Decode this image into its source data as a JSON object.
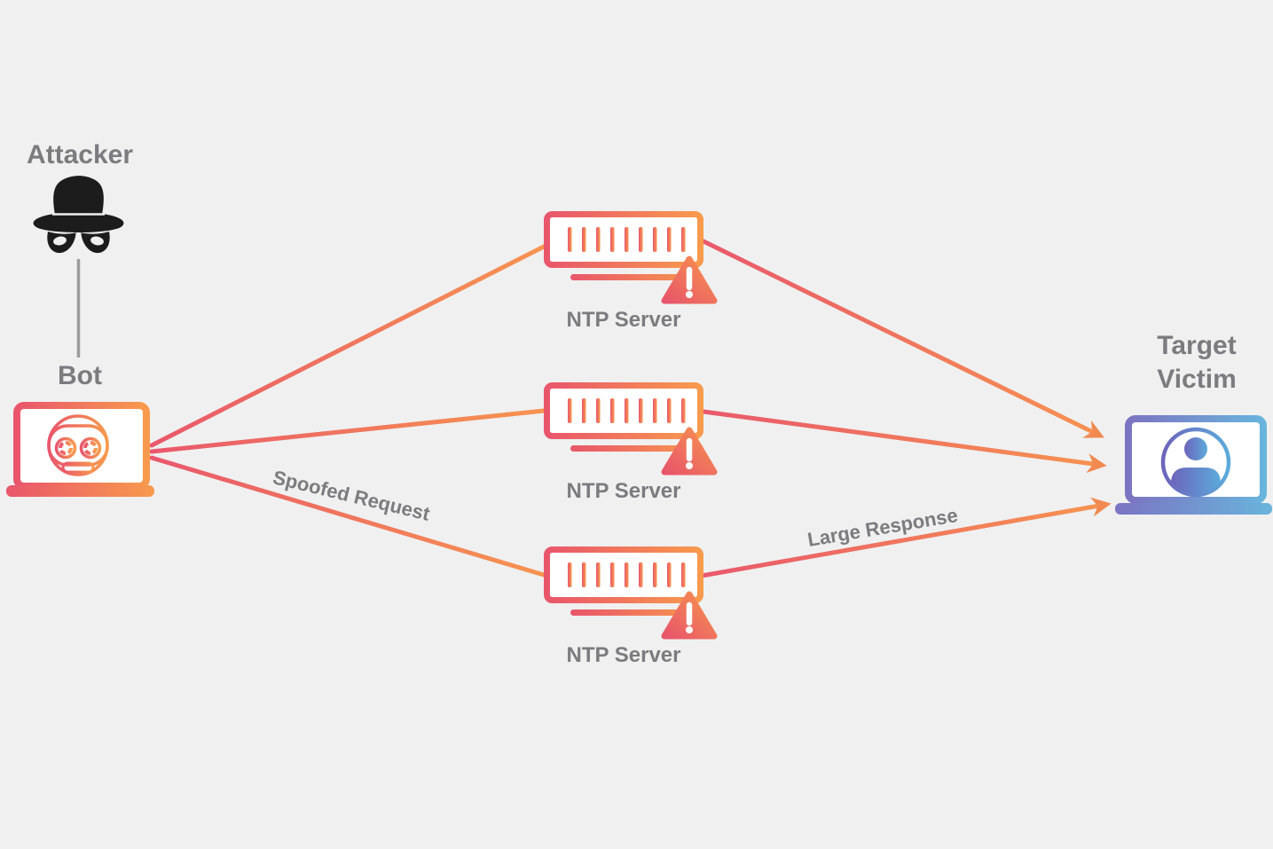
{
  "background": "#f0f0f0",
  "nodes": {
    "attacker": {
      "label": "Attacker",
      "icon": "spy-hat-and-mask-icon"
    },
    "bot": {
      "label": "Bot",
      "icon": "robot-laptop-icon"
    },
    "ntp_servers": [
      {
        "label": "NTP Server",
        "icon": "server-warning-icon"
      },
      {
        "label": "NTP Server",
        "icon": "server-warning-icon"
      },
      {
        "label": "NTP Server",
        "icon": "server-warning-icon"
      }
    ],
    "target": {
      "label": "Target Victim",
      "icon": "user-laptop-icon"
    }
  },
  "edges": {
    "spoofed_request": {
      "label": "Spoofed Request"
    },
    "large_response": {
      "label": "Large Response"
    }
  },
  "colors": {
    "gradient_red": "#e9566c",
    "gradient_orange": "#f89a4d",
    "arrow_orange": "#f08a51",
    "victim_purple": "#7b74c2",
    "victim_blue": "#69b4dc",
    "label_gray": "#7b7b80",
    "attacker_black": "#1c1c1c",
    "connector_gray": "#9b9b9b"
  }
}
